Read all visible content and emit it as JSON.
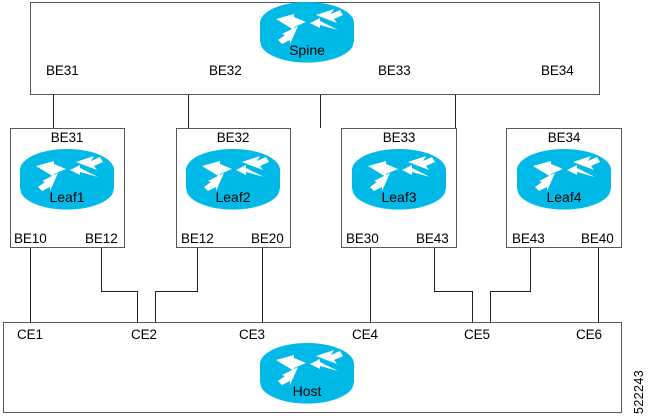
{
  "diagram": {
    "doc_id": "522243",
    "accent_color": "#00b9e7",
    "line_color": "#231f20",
    "box_color": "#58585a"
  },
  "spine": {
    "box_label": "Spine",
    "icon": "router-icon",
    "ports": [
      {
        "label": "BE31"
      },
      {
        "label": "BE32"
      },
      {
        "label": "BE33"
      },
      {
        "label": "BE34"
      }
    ]
  },
  "leaves": [
    {
      "name": "Leaf1",
      "icon": "router-icon",
      "uplink": "BE31",
      "downlinks": [
        "BE10",
        "BE12"
      ]
    },
    {
      "name": "Leaf2",
      "icon": "router-icon",
      "uplink": "BE32",
      "downlinks": [
        "BE12",
        "BE20"
      ]
    },
    {
      "name": "Leaf3",
      "icon": "router-icon",
      "uplink": "BE33",
      "downlinks": [
        "BE30",
        "BE43"
      ]
    },
    {
      "name": "Leaf4",
      "icon": "router-icon",
      "uplink": "BE34",
      "downlinks": [
        "BE43",
        "BE40"
      ]
    }
  ],
  "host": {
    "box_label": "Host",
    "icon": "router-icon",
    "ports": [
      {
        "label": "CE1"
      },
      {
        "label": "CE2"
      },
      {
        "label": "CE3"
      },
      {
        "label": "CE4"
      },
      {
        "label": "CE5"
      },
      {
        "label": "CE6"
      }
    ]
  }
}
